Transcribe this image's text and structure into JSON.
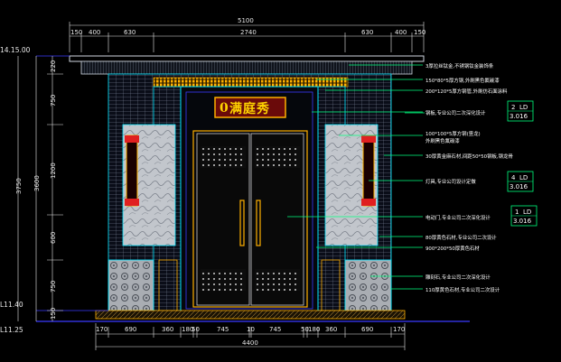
{
  "colors": {
    "background": "#000000",
    "dimension": "#e8e8e8",
    "leader": "#00ff7f",
    "outline": "#00e5ff",
    "gold": "#ffb000",
    "red": "#e02020",
    "blue": "#3a3aff"
  },
  "top_dims": {
    "overall": "5100",
    "segments": [
      "150",
      "400",
      "630",
      "2740",
      "630",
      "400",
      "150"
    ]
  },
  "bottom_dims": {
    "overall": "4400",
    "segments": [
      "170",
      "690",
      "360",
      "180",
      "50",
      "745",
      "10",
      "745",
      "50",
      "180",
      "360",
      "690",
      "170"
    ]
  },
  "left_dims": {
    "overall": "3750",
    "sub_total": "3600",
    "segments": [
      "220",
      "750",
      "1200",
      "600",
      "750",
      "150"
    ]
  },
  "levels": {
    "top": "14.15.00",
    "floor": "L11.40",
    "base": "L11.25"
  },
  "sign": {
    "glyph": "0",
    "text": "满庭秀"
  },
  "annotations": [
    "3厚拉丝钛金,不锈钢钛金装饰条",
    "150*80*5厚方钢,外刷黑色氟碳漆",
    "200*120*5厚方钢管,外刷仿石面涂料",
    "钢板,专业公司二次深化设计",
    "100*100*5厚方钢(竖龙)",
    "外刷黑色氟碳漆",
    "30厚黄金麻石材,间距50*50钢板,钢龙骨",
    "灯具,专业公司设计定做",
    "电动门,专业公司二次深化设计",
    "80厚黄色石材,专业公司二次设计",
    "900*200*50厚黄色石材",
    "雕刻石,专业公司二次深化设计",
    "110厚黄色石材,专业公司二次设计"
  ],
  "detail_tags": [
    {
      "num": "2",
      "sheet": "3.016",
      "code": "LD"
    },
    {
      "num": "4",
      "sheet": "3.016",
      "code": "LD"
    },
    {
      "num": "1",
      "sheet": "3.016",
      "code": "LD"
    }
  ]
}
